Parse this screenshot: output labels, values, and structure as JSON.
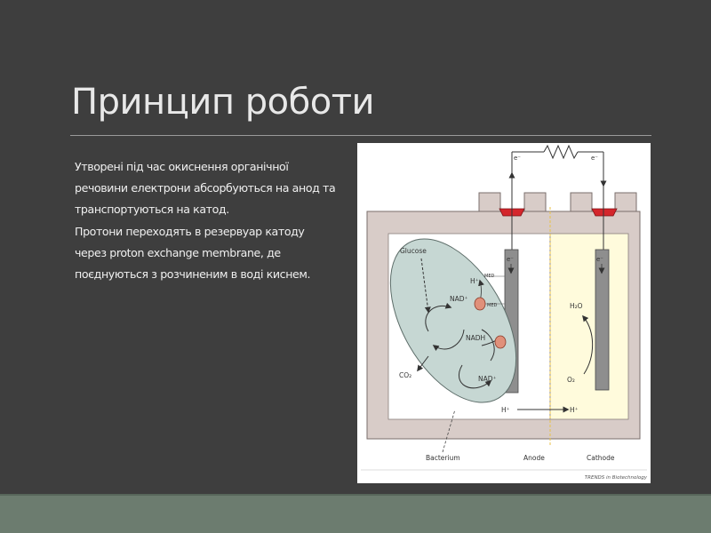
{
  "slide": {
    "title": "Принцип роботи",
    "body_lines": [
      "Утворені під час окиснення органічної",
      "речовини електрони абсорбуються на анод та",
      "транспортуються на катод.",
      "Протони переходять в резервуар катоду",
      "через proton exchange membrane, де",
      "поєднуються з розчиненим в воді киснем."
    ]
  },
  "diagram": {
    "labels": {
      "electron": "e⁻",
      "glucose": "Glucose",
      "co2": "CO₂",
      "nad_plus": "NAD⁺",
      "nadh": "NADH",
      "h_plus": "H⁺",
      "med": "MED",
      "h2o": "H₂O",
      "o2": "O₂",
      "bacterium": "Bacterium",
      "anode": "Anode",
      "cathode": "Cathode",
      "credit": "TRENDS in Biotechnology"
    },
    "colors": {
      "background": "#3e3e3e",
      "chamber_wall": "#d8ccc8",
      "anode_chamber": "#ffffff",
      "cathode_chamber": "#fffbdc",
      "bacterium_fill": "#c6d7d3",
      "electrode": "#8e8e8e",
      "cap": "#d4262c",
      "mediator": "#e0907a",
      "footer": "#6c7c6f"
    }
  }
}
